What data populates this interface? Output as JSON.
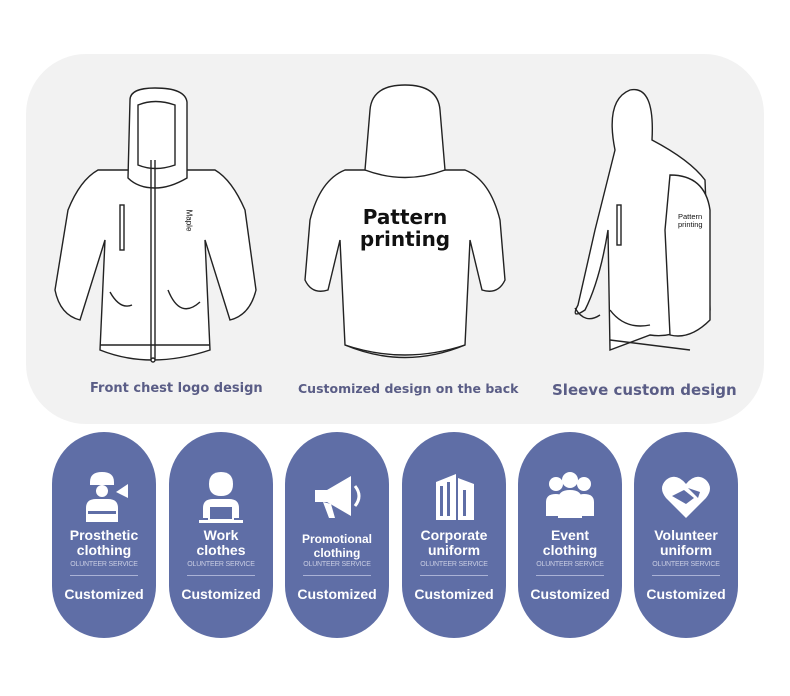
{
  "showcase": {
    "front": {
      "caption": "Front chest logo design",
      "chest_text": "Maple"
    },
    "back": {
      "caption": "Customized design on the back",
      "print_line1": "Pattern",
      "print_line2": "printing"
    },
    "side": {
      "caption": "Sleeve custom design",
      "print_line1": "Pattern",
      "print_line2": "printing"
    }
  },
  "categories": [
    {
      "title": "Prosthetic\nclothing",
      "sub": "OLUNTEER SERVICE",
      "cta": "Customized",
      "icon": "worker-icon"
    },
    {
      "title": "Work\nclothes",
      "sub": "OLUNTEER SERVICE",
      "cta": "Customized",
      "icon": "office-worker-icon"
    },
    {
      "title": "Promotional\nclothing",
      "sub": "OLUNTEER SERVICE",
      "cta": "Customized",
      "icon": "megaphone-icon"
    },
    {
      "title": "Corporate\nuniform",
      "sub": "OLUNTEER SERVICE",
      "cta": "Customized",
      "icon": "building-icon"
    },
    {
      "title": "Event\nclothing",
      "sub": "OLUNTEER SERVICE",
      "cta": "Customized",
      "icon": "group-icon"
    },
    {
      "title": "Volunteer\nuniform",
      "sub": "OLUNTEER SERVICE",
      "cta": "Customized",
      "icon": "heart-hands-icon"
    }
  ],
  "colors": {
    "pill": "#5f6ea6",
    "caption": "#5a5d86",
    "panel": "#f2f2f2"
  }
}
